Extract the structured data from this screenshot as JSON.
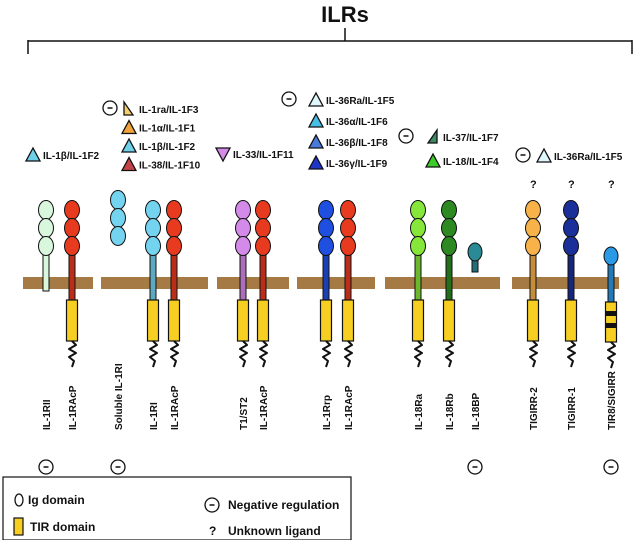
{
  "title": "ILRs",
  "colors": {
    "membrane": "#a57a45",
    "tir": "#f6cf22",
    "il1r2": "#d8f7dc",
    "il1racp": "#e83a1f",
    "il1r1": "#74d4f0",
    "st2": "#d48ae8",
    "il1rrp": "#1f4fe0",
    "il18ra": "#86e63a",
    "il18rb": "#2d8a22",
    "il18bp": "#2a8b96",
    "tigirr2": "#f7b24a",
    "tigirr1": "#1a2f9a",
    "sigirr": "#2a9ae6"
  },
  "ligand_groups": [
    {
      "neg": false,
      "ligands": [
        {
          "label": "IL-1β/IL-1F2",
          "color": "#6fd0ea",
          "shape": "up"
        }
      ]
    },
    {
      "neg": true,
      "ligands": [
        {
          "label": "IL-1ra/IL-1F3",
          "color": "#f5cf6a",
          "shape": "half"
        },
        {
          "label": "IL-1α/IL-1F1",
          "color": "#f0a33a",
          "shape": "up"
        },
        {
          "label": "IL-1β/IL-1F2",
          "color": "#6fd0ea",
          "shape": "up"
        },
        {
          "label": "IL-38/IL-1F10",
          "color": "#c44348",
          "shape": "up"
        }
      ]
    },
    {
      "neg": false,
      "ligands": [
        {
          "label": "IL-33/IL-1F11",
          "color": "#d48ae8",
          "shape": "down"
        }
      ]
    },
    {
      "neg": true,
      "ligands": [
        {
          "label": "IL-36Ra/IL-1F5",
          "color": "#dff6fa",
          "shape": "up"
        },
        {
          "label": "IL-36α/IL-1F6",
          "color": "#45c0e4",
          "shape": "up"
        },
        {
          "label": "IL-36β/IL-1F8",
          "color": "#4a79dc",
          "shape": "up"
        },
        {
          "label": "IL-36γ/IL-1F9",
          "color": "#1f35c9",
          "shape": "up"
        }
      ]
    },
    {
      "neg": true,
      "ligands": [
        {
          "label": "IL-37/IL-1F7",
          "color": "#3e8a63",
          "shape": "half"
        },
        {
          "label": "IL-18/IL-1F4",
          "color": "#3ccc2a",
          "shape": "up"
        }
      ]
    },
    {
      "neg": true,
      "ligands": [
        {
          "label": "IL-36Ra/IL-1F5",
          "color": "#dff6fa",
          "shape": "up"
        }
      ]
    }
  ],
  "receptors": [
    {
      "name": "IL-1RII",
      "negative": true
    },
    {
      "name": "IL-1RAcP",
      "negative": false
    },
    {
      "name": "Soluble IL-1RI",
      "negative": true
    },
    {
      "name": "IL-1RI",
      "negative": false
    },
    {
      "name": "IL-1RAcP",
      "negative": false
    },
    {
      "name": "T1/ST2",
      "negative": false
    },
    {
      "name": "IL-1RAcP",
      "negative": false
    },
    {
      "name": "IL-1Rrp",
      "negative": false
    },
    {
      "name": "IL-1RAcP",
      "negative": false
    },
    {
      "name": "IL-18Ra",
      "negative": false
    },
    {
      "name": "IL-18Rb",
      "negative": false
    },
    {
      "name": "IL-18BP",
      "negative": true
    },
    {
      "name": "TIGIRR-2",
      "negative": false,
      "unknown_ligand": true
    },
    {
      "name": "TIGIRR-1",
      "negative": false,
      "unknown_ligand": true
    },
    {
      "name": "TIR8/SIGIRR",
      "negative": true,
      "unknown_ligand": true
    }
  ],
  "unknown_mark": "?",
  "neg_mark": "-",
  "legend": {
    "ig_domain": "Ig domain",
    "tir_domain": "TIR domain",
    "negative_regulation": "Negative regulation",
    "unknown_ligand": "Unknown ligand",
    "unknown_symbol": "?"
  }
}
